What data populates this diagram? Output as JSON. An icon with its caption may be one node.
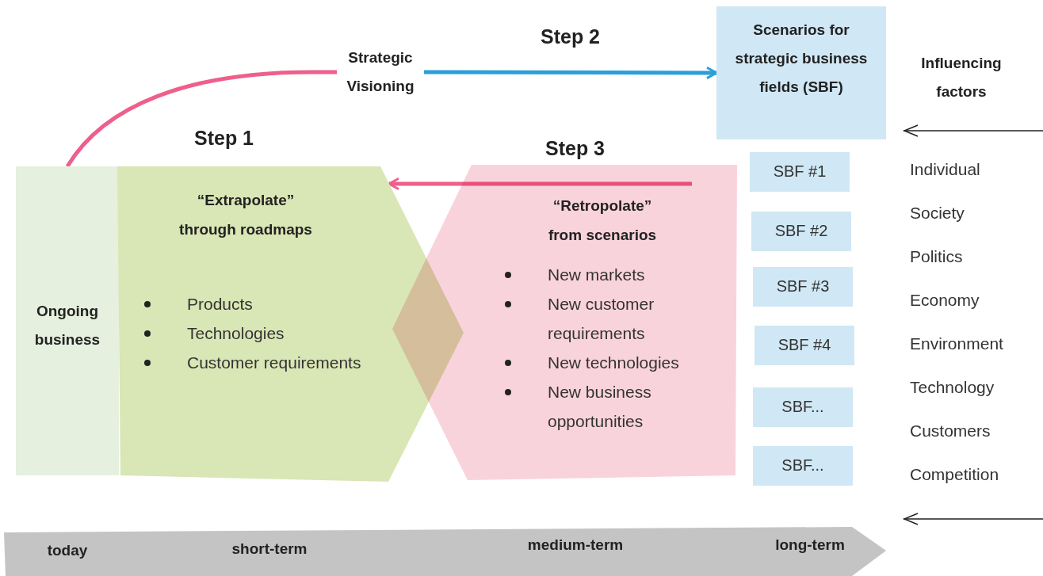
{
  "diagram": {
    "nodes": [
      {
        "text": [
          "Ongoing business"
        ]
      },
      {
        "text": [
          "Step 1",
          "“Extrapolate” through roadmaps",
          "Products",
          "Technologies",
          "Customer requirements"
        ]
      },
      {
        "text": [
          "Step 3",
          "“Retropolate” from scenarios",
          "New markets",
          "New customer requirements",
          "New technologies",
          "New business opportunities"
        ]
      },
      {
        "text": [
          "Strategic Visioning"
        ]
      },
      {
        "text": [
          "Scenarios for strategic business fields (SBF)"
        ]
      },
      {
        "text": [
          "SBF #1"
        ]
      },
      {
        "text": [
          "SBF #2"
        ]
      },
      {
        "text": [
          "SBF #3"
        ]
      },
      {
        "text": [
          "SBF #4"
        ]
      },
      {
        "text": [
          "SBF..."
        ]
      },
      {
        "text": [
          "SBF..."
        ]
      },
      {
        "text": [
          "Influencing factors"
        ]
      },
      {
        "text": [
          "today",
          "short-term",
          "medium-term",
          "long-term"
        ]
      }
    ],
    "edges": [
      {
        "from": 0,
        "to": 3,
        "arrow": "none",
        "color": "#ef5f8c"
      },
      {
        "from": 3,
        "to": 4,
        "arrow": "to",
        "label": "Step 2",
        "color": "#2b9fd9"
      },
      {
        "from": 2,
        "to": 1,
        "arrow": "to",
        "color": "#ef5f8c"
      }
    ],
    "labels": [
      "Individual",
      "Society",
      "Politics",
      "Economy",
      "Environment",
      "Technology",
      "Customers",
      "Competition"
    ]
  }
}
